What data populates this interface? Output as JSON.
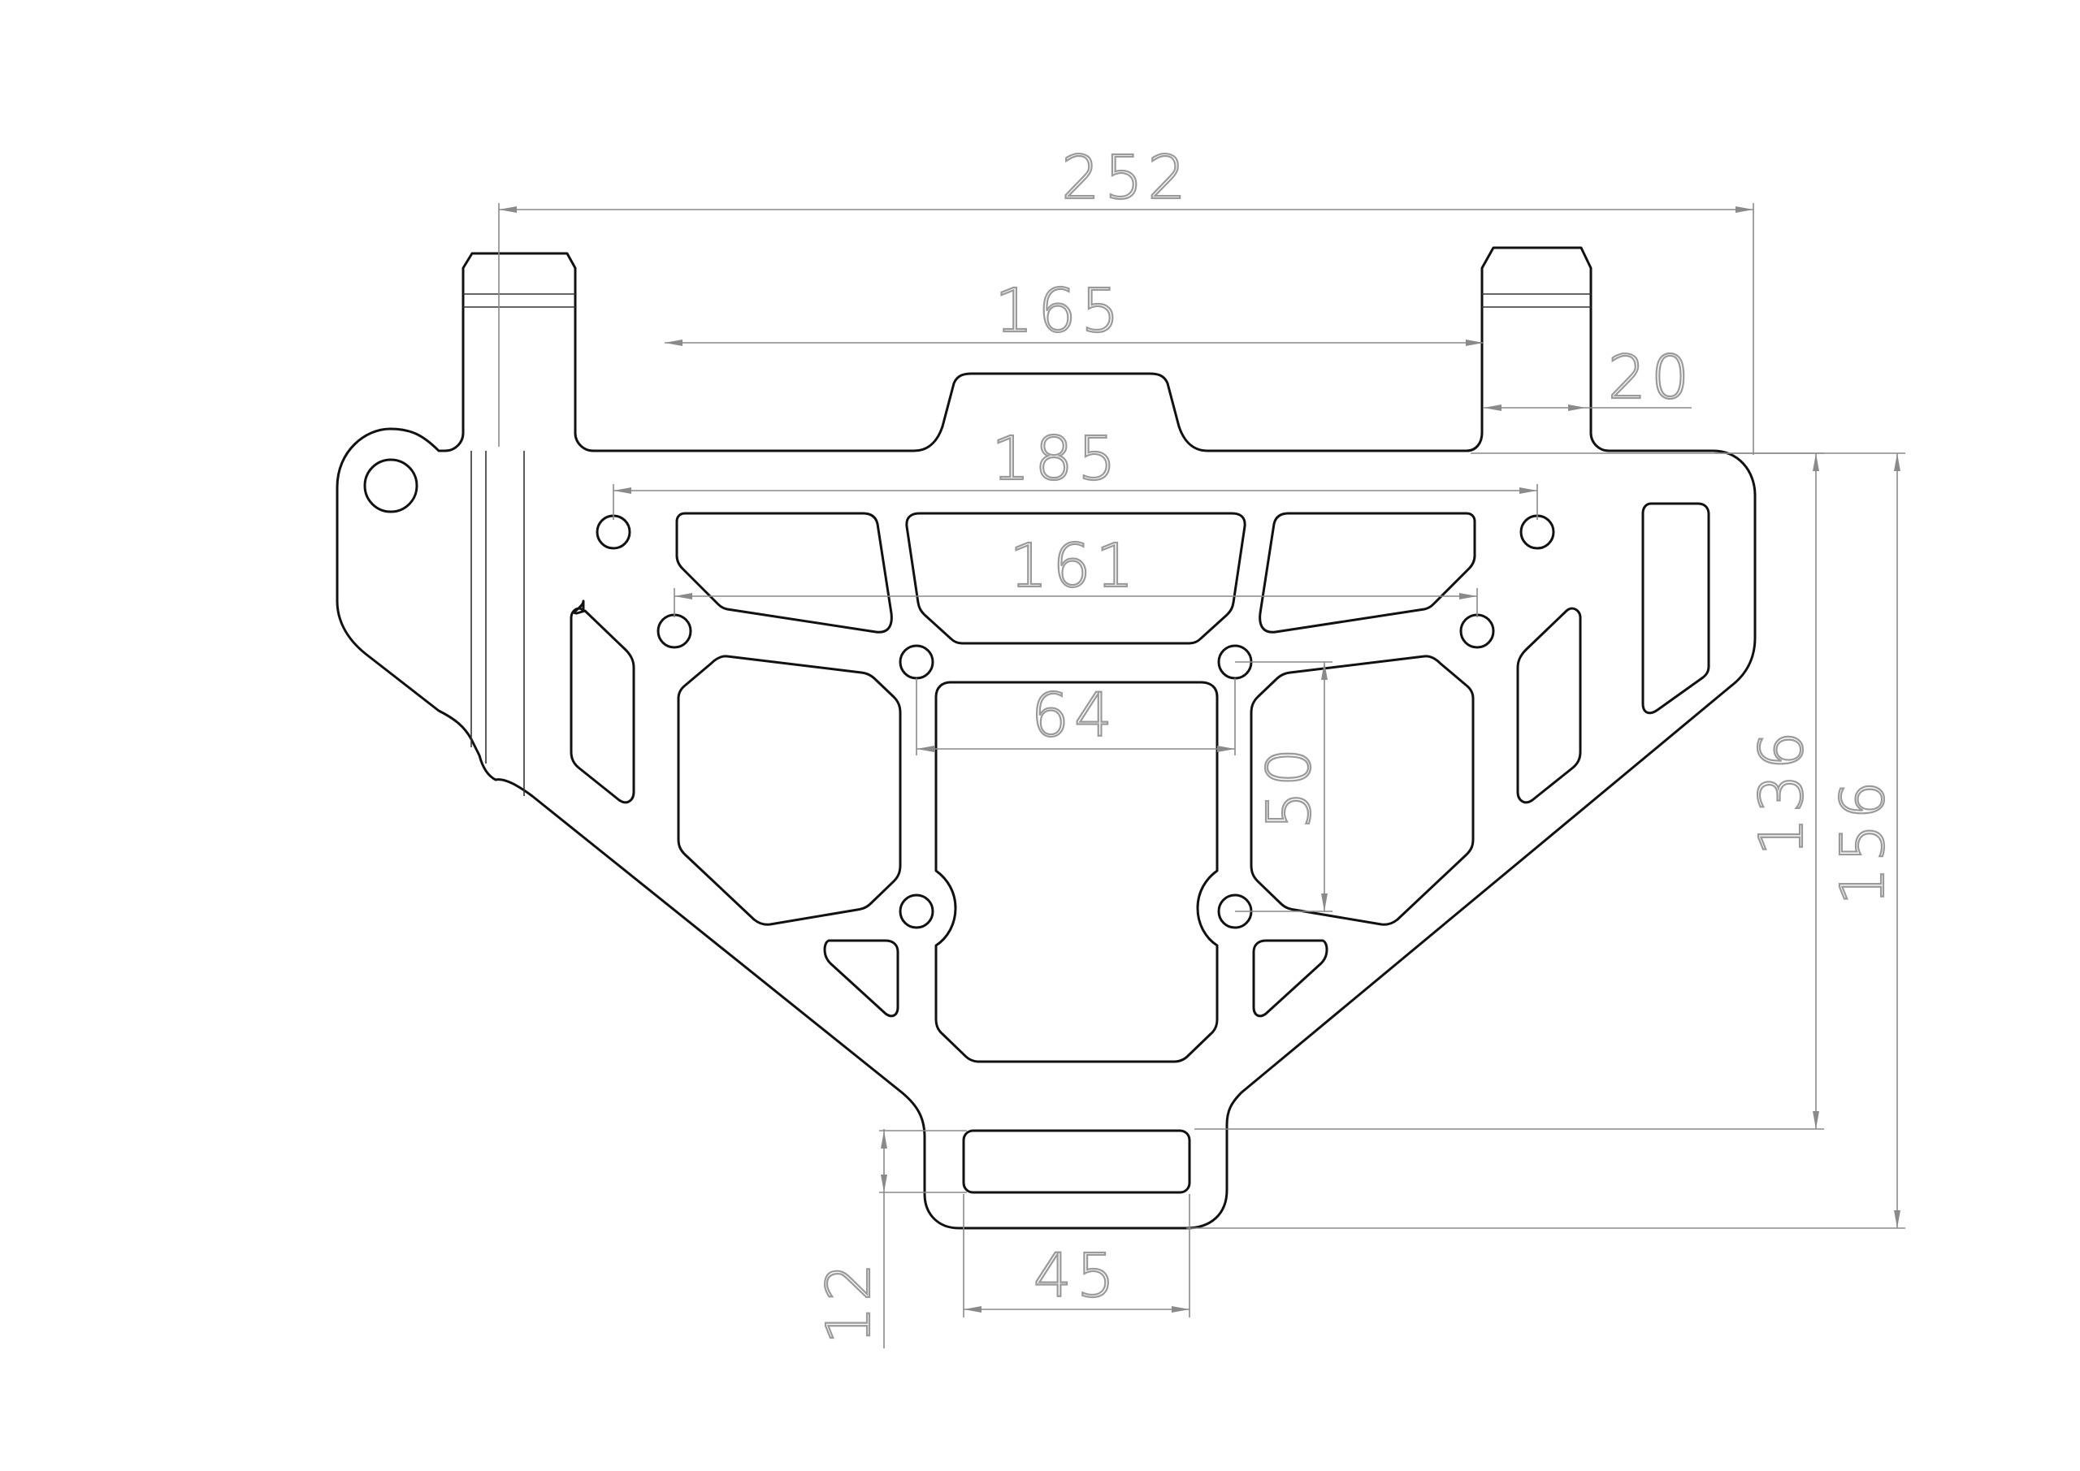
{
  "drawing": {
    "colors": {
      "part_outline": "#111111",
      "dimension": "#8a8a8a",
      "background": "#ffffff"
    },
    "dimensions": {
      "overall_width": "252",
      "tab_spacing": "165",
      "tab_width": "20",
      "outer_hole_spacing": "185",
      "inner_hole_spacing": "161",
      "center_hole_spacing": "64",
      "center_hole_vertical": "50",
      "height_to_tab": "136",
      "overall_height": "156",
      "slot_height": "12",
      "slot_width": "45"
    }
  }
}
